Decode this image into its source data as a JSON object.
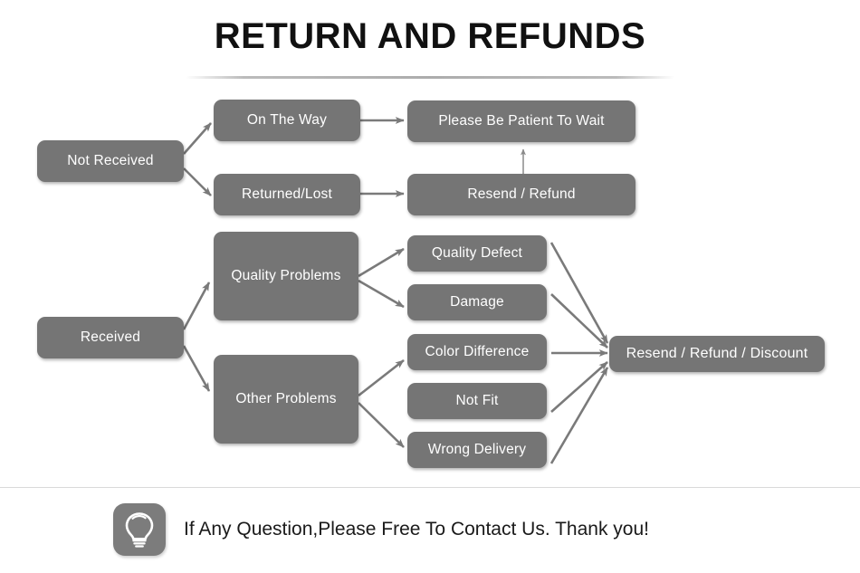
{
  "page": {
    "title": "RETURN AND REFUNDS",
    "box_color": "#757575",
    "box_text_color": "#ffffff",
    "arrow_color": "#7a7a7a",
    "title_color": "#111111",
    "divider_color": "#d9d9d9",
    "background": "#ffffff"
  },
  "flow": {
    "not_received": {
      "label": "Not Received",
      "children": [
        {
          "label": "On The Way",
          "outcome": "Please Be Patient To Wait"
        },
        {
          "label": "Returned/Lost",
          "outcome": "Resend / Refund"
        }
      ]
    },
    "received": {
      "label": "Received",
      "children": [
        {
          "label": "Quality Problems",
          "details": [
            "Quality Defect",
            "Damage"
          ]
        },
        {
          "label": "Other Problems",
          "details": [
            "Color Difference",
            "Not Fit",
            "Wrong Delivery"
          ]
        }
      ]
    },
    "final_outcome": "Resend / Refund / Discount"
  },
  "nodes": {
    "not_received": "Not Received",
    "on_the_way": "On The Way",
    "returned_lost": "Returned/Lost",
    "please_wait": "Please Be Patient To Wait",
    "resend_refund": "Resend / Refund",
    "received": "Received",
    "quality_problems": "Quality Problems",
    "other_problems": "Other Problems",
    "quality_defect": "Quality Defect",
    "damage": "Damage",
    "color_difference": "Color Difference",
    "not_fit": "Not Fit",
    "wrong_delivery": "Wrong Delivery",
    "resend_refund_discount": "Resend / Refund / Discount"
  },
  "footer": {
    "icon": "lightbulb-icon",
    "text": "If Any Question,Please Free To Contact Us. Thank you!"
  }
}
